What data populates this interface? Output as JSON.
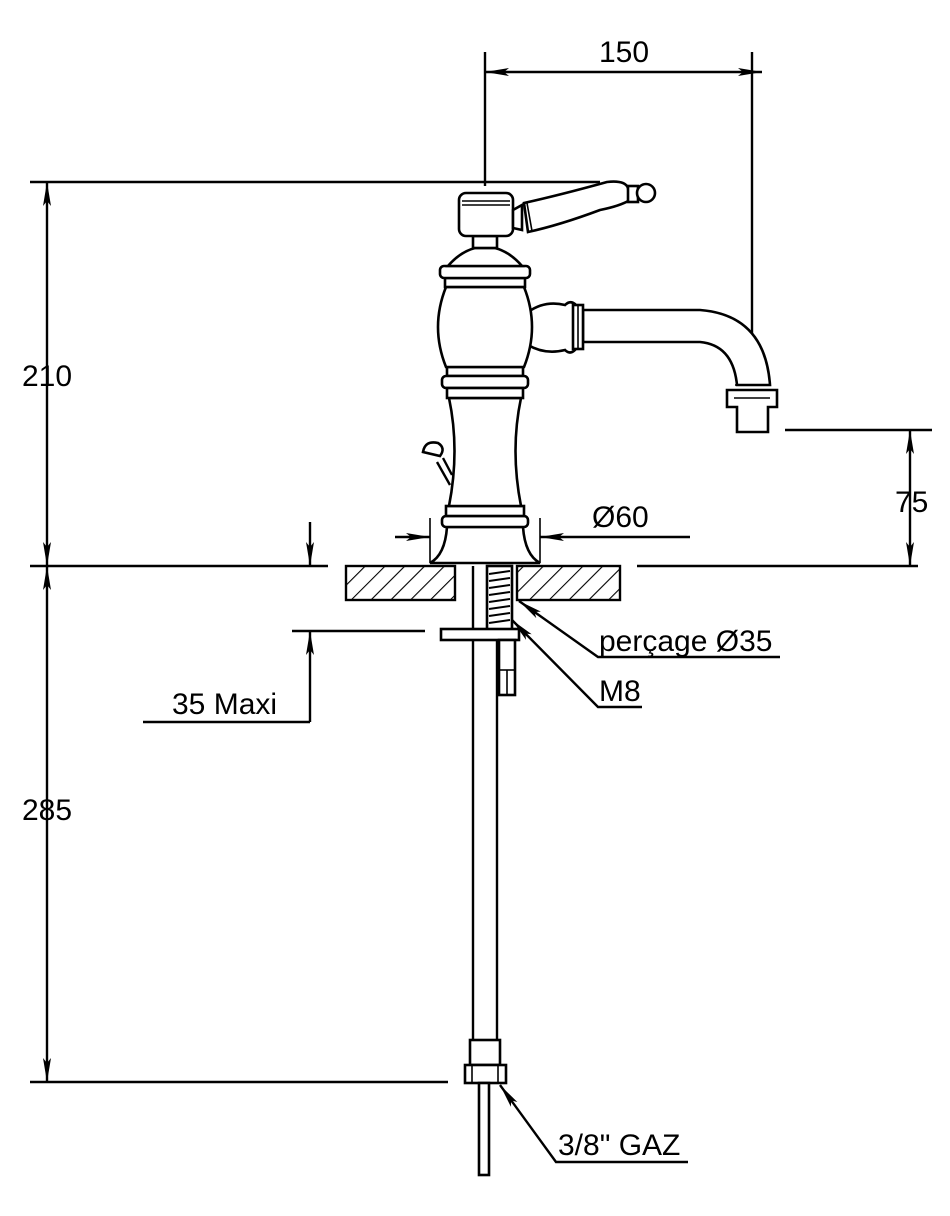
{
  "dimensions": {
    "spout_reach": "150",
    "height_above_counter": "210",
    "height_below_counter": "285",
    "spout_clearance": "75",
    "base_diameter": "Ø60",
    "max_counter_thickness": "35 Maxi"
  },
  "callouts": {
    "hole": "perçage Ø35",
    "thread": "M8",
    "connection": "3/8\" GAZ"
  }
}
